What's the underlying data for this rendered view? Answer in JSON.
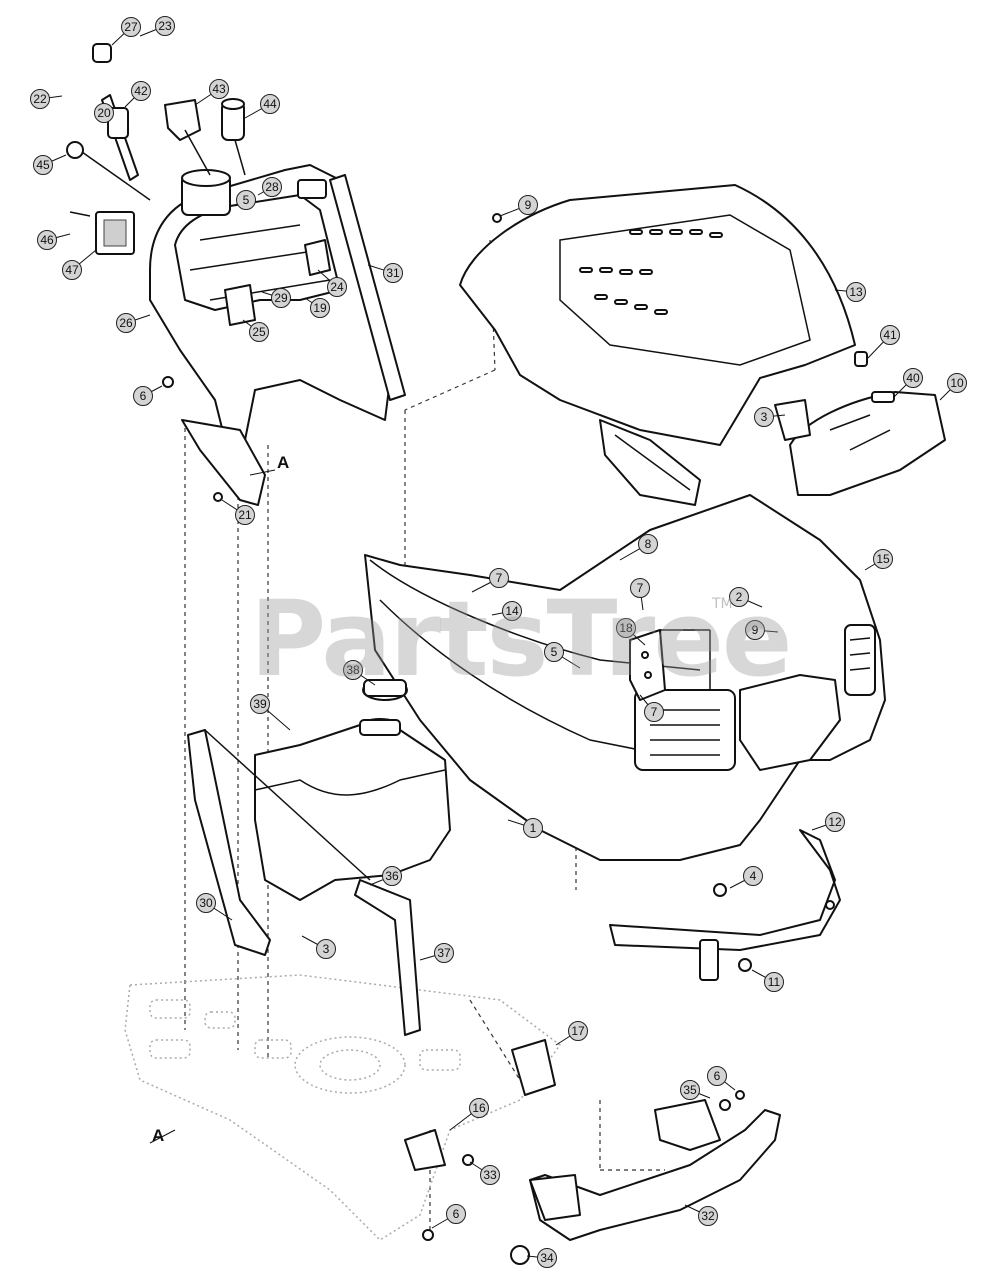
{
  "diagram": {
    "watermark": "PartsTree",
    "watermark_mark": "TM",
    "reference_marks": [
      {
        "id": "ref-a-top",
        "label": "A"
      },
      {
        "id": "ref-a-bottom",
        "label": "A"
      }
    ],
    "callouts": [
      {
        "label": "27"
      },
      {
        "label": "23"
      },
      {
        "label": "22"
      },
      {
        "label": "20"
      },
      {
        "label": "42"
      },
      {
        "label": "43"
      },
      {
        "label": "44"
      },
      {
        "label": "45"
      },
      {
        "label": "28"
      },
      {
        "label": "5"
      },
      {
        "label": "46"
      },
      {
        "label": "47"
      },
      {
        "label": "29"
      },
      {
        "label": "19"
      },
      {
        "label": "24"
      },
      {
        "label": "31"
      },
      {
        "label": "25"
      },
      {
        "label": "26"
      },
      {
        "label": "6"
      },
      {
        "label": "21"
      },
      {
        "label": "9"
      },
      {
        "label": "13"
      },
      {
        "label": "41"
      },
      {
        "label": "40"
      },
      {
        "label": "10"
      },
      {
        "label": "3"
      },
      {
        "label": "8"
      },
      {
        "label": "15"
      },
      {
        "label": "7"
      },
      {
        "label": "14"
      },
      {
        "label": "7"
      },
      {
        "label": "2"
      },
      {
        "label": "9"
      },
      {
        "label": "18"
      },
      {
        "label": "5"
      },
      {
        "label": "7"
      },
      {
        "label": "38"
      },
      {
        "label": "39"
      },
      {
        "label": "1"
      },
      {
        "label": "12"
      },
      {
        "label": "36"
      },
      {
        "label": "4"
      },
      {
        "label": "30"
      },
      {
        "label": "3"
      },
      {
        "label": "37"
      },
      {
        "label": "11"
      },
      {
        "label": "17"
      },
      {
        "label": "6"
      },
      {
        "label": "35"
      },
      {
        "label": "16"
      },
      {
        "label": "33"
      },
      {
        "label": "6"
      },
      {
        "label": "32"
      },
      {
        "label": "34"
      }
    ]
  }
}
